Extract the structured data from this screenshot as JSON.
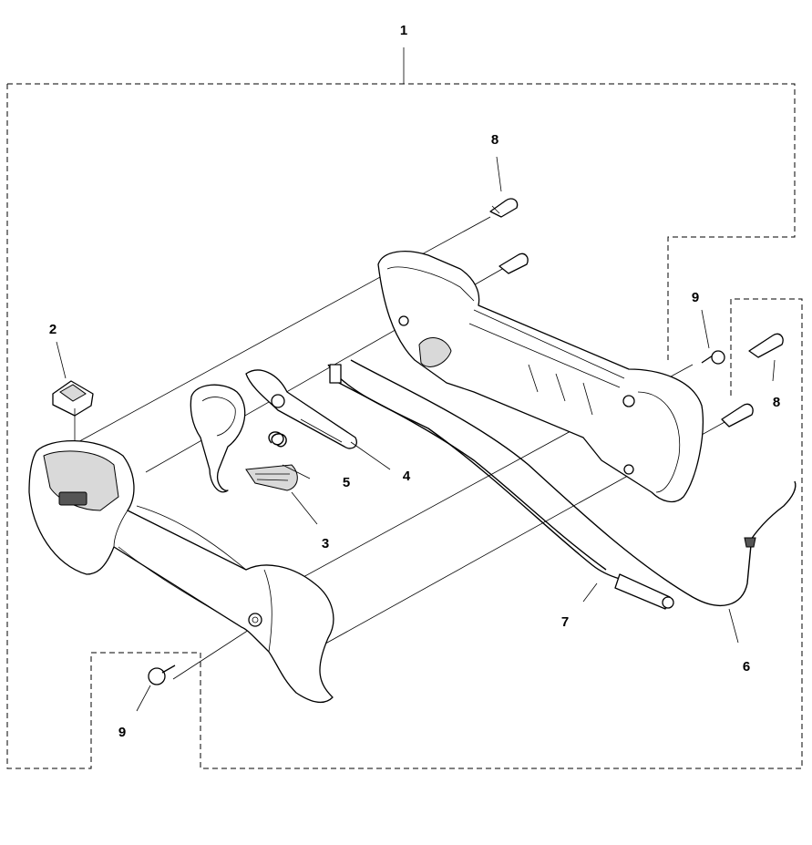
{
  "callouts": {
    "c1": "1",
    "c2": "2",
    "c3": "3",
    "c4": "4",
    "c5": "5",
    "c6": "6",
    "c7": "7",
    "c8a": "8",
    "c8b": "8",
    "c9a": "9",
    "c9b": "9"
  }
}
